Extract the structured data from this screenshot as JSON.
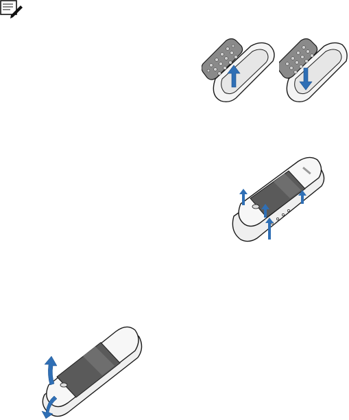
{
  "document": {
    "note_icon": "note-icon",
    "illustrations": [
      {
        "id": "keymat-remove",
        "icon": "keymat-remove-illustration"
      },
      {
        "id": "keymat-insert",
        "icon": "keymat-insert-illustration"
      },
      {
        "id": "front-cover-snap",
        "icon": "front-cover-snap-illustration"
      },
      {
        "id": "back-cover-release",
        "icon": "back-cover-release-illustration"
      }
    ],
    "colors": {
      "arrow": "#2f6fb5",
      "outline": "#1a1a1a",
      "keymat": "#8a8a8a",
      "panel": "#5a5a5a"
    }
  }
}
